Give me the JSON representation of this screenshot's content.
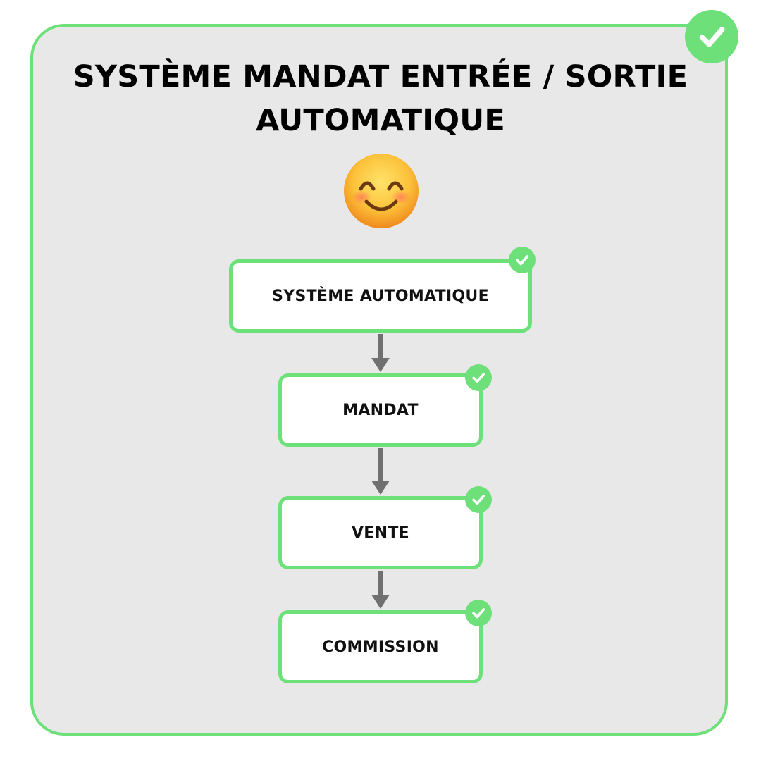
{
  "title": {
    "line1": "SYSTÈME MANDAT ENTRÉE / SORTIE",
    "line2": "AUTOMATIQUE"
  },
  "icons": {
    "corner": "check-circle-icon",
    "emoji": "smiling-face-emoji-icon",
    "node_badge": "check-circle-icon"
  },
  "colors": {
    "accent": "#6ee07a",
    "panel": "#e8e8e8",
    "arrow": "#707070"
  },
  "flow": {
    "nodes": [
      {
        "label": "SYSTÈME AUTOMATIQUE"
      },
      {
        "label": "MANDAT"
      },
      {
        "label": "VENTE"
      },
      {
        "label": "COMMISSION"
      }
    ]
  }
}
